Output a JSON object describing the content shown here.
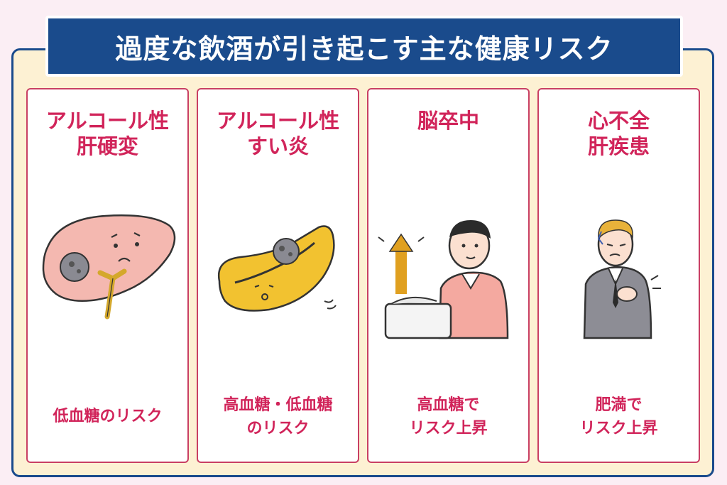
{
  "header": {
    "title": "過度な飲酒が引き起こす主な健康リスク"
  },
  "cards": [
    {
      "title_lines": [
        "アルコール性",
        "肝硬変"
      ],
      "risk_lines": [
        "低血糖のリスク"
      ],
      "illustration": "liver-icon"
    },
    {
      "title_lines": [
        "アルコール性",
        "すい炎"
      ],
      "risk_lines": [
        "高血糖・低血糖",
        "のリスク"
      ],
      "illustration": "pancreas-icon"
    },
    {
      "title_lines": [
        "脳卒中"
      ],
      "risk_lines": [
        "高血糖で",
        "リスク上昇"
      ],
      "illustration": "blood-pressure-icon"
    },
    {
      "title_lines": [
        "心不全",
        "肝疾患"
      ],
      "risk_lines": [
        "肥満で",
        "リスク上昇"
      ],
      "illustration": "chest-pain-icon"
    }
  ],
  "colors": {
    "navy": "#1a4b8c",
    "accent": "#d1245a",
    "panel": "#fdf1d3",
    "background": "#fbeef4"
  }
}
